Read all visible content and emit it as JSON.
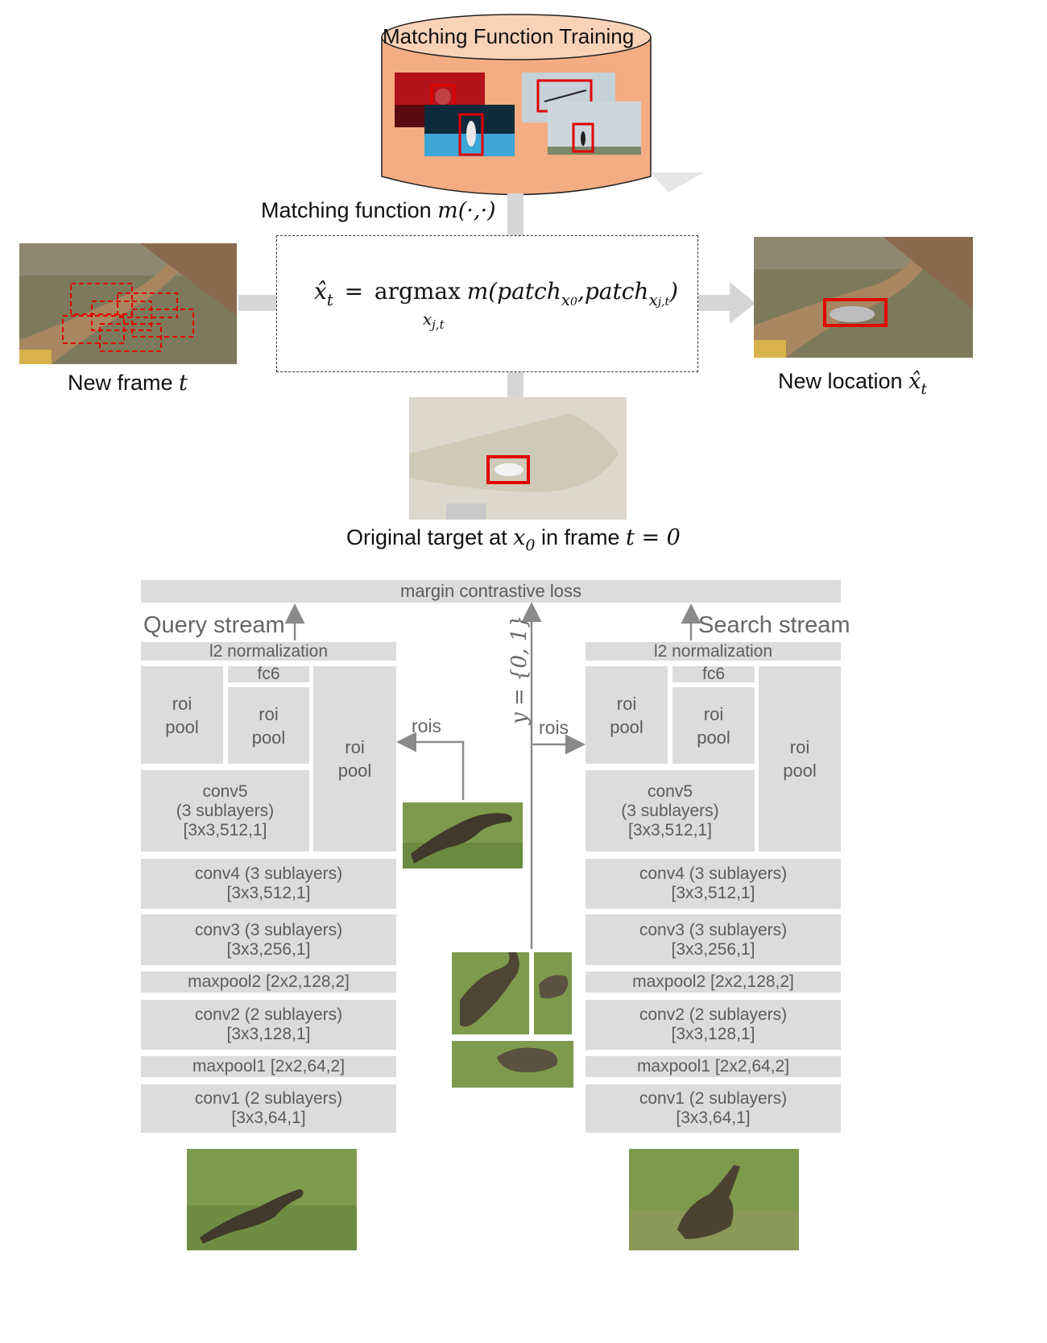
{
  "top": {
    "training_title": "Matching Function Training",
    "matching_function_label": "Matching function",
    "matching_function_symbol": "m(·,·)",
    "formula": {
      "lhs": "x̂",
      "lhs_sub": "t",
      "eq": "=",
      "op": "argmax",
      "op_sub": "x",
      "op_sub_sub": "j,t",
      "fn": "m(patch",
      "arg1_sub": "x",
      "arg1_sub_sub": "0",
      "comma": ",patch",
      "arg2_sub": "x",
      "arg2_sub_sub": "j,t",
      "close": ")"
    },
    "new_frame_label": "New frame",
    "new_frame_var": "t",
    "new_location_label": "New location",
    "new_location_var": "x̂",
    "new_location_sub": "t",
    "original_label_a": "Original target at",
    "original_var": "x",
    "original_sub": "0",
    "original_label_b": "in frame",
    "original_expr": "t = 0"
  },
  "network": {
    "loss_label": "margin contrastive loss",
    "y_label": "y = {0, 1}",
    "query_stream_label": "Query stream",
    "search_stream_label": "Search stream",
    "rois_left": "rois",
    "rois_right": "rois",
    "l2_norm": "l2 normalization",
    "fc6": "fc6",
    "roi_pool_1": [
      "roi",
      "pool"
    ],
    "roi_pool_2": [
      "roi",
      "pool"
    ],
    "roi_pool_3": [
      "roi",
      "pool"
    ],
    "conv5": [
      "conv5",
      "(3 sublayers)",
      "[3x3,512,1]"
    ],
    "conv4": [
      "conv4 (3 sublayers)",
      "[3x3,512,1]"
    ],
    "conv3": [
      "conv3 (3 sublayers)",
      "[3x3,256,1]"
    ],
    "maxpool2": "maxpool2 [2x2,128,2]",
    "conv2": [
      "conv2 (2 sublayers)",
      "[3x3,128,1]"
    ],
    "maxpool1": "maxpool1 [2x2,64,2]",
    "conv1": [
      "conv1 (2 sublayers)",
      "[3x3,64,1]"
    ]
  },
  "colors": {
    "cylinder_fill": "#f4ac82",
    "cylinder_top": "#f9d2b8",
    "box_gray": "#dcdcdc",
    "box_text": "#5c5c5c",
    "arrow_gray": "#d6d6d6",
    "bbox_red": "#e00000"
  }
}
